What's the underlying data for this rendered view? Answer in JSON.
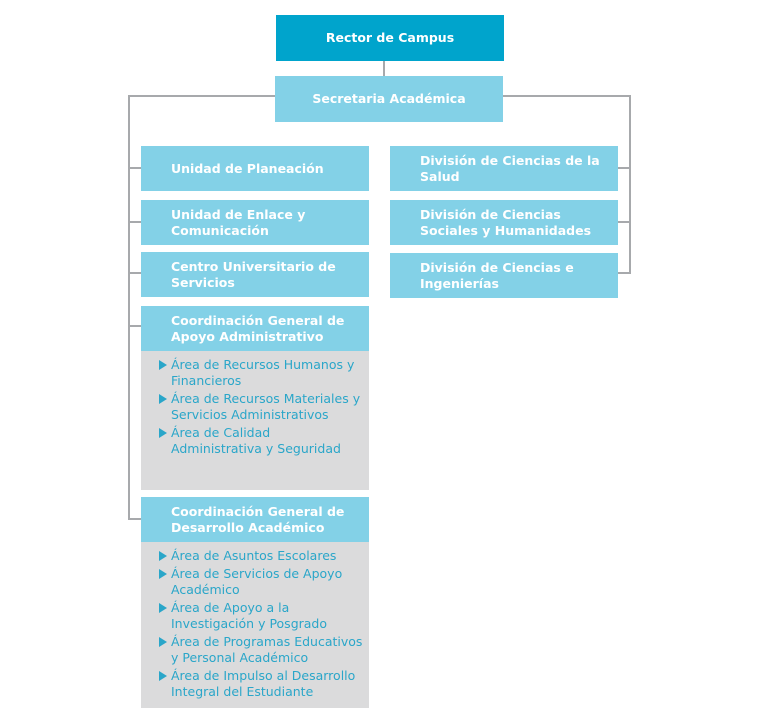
{
  "rector": "Rector de Campus",
  "secretaria": "Secretaria Académica",
  "left_units": [
    "Unidad de Planeación",
    "Unidad de Enlace y Comunicación",
    "Centro Universitario de Servicios"
  ],
  "coord_admin": {
    "title": "Coordinación General de Apoyo Administrativo",
    "items": [
      "Área de Recursos Humanos y Financieros",
      "Área de Recursos Materiales y Servicios Administrativos",
      "Área de Calidad Administrativa y Seguridad"
    ]
  },
  "coord_acad": {
    "title": "Coordinación General de Desarrollo Académico",
    "items": [
      "Área de Asuntos Escolares",
      "Área de Servicios de Apoyo Académico",
      "Área de Apoyo a la Investigación y Posgrado",
      "Área de Programas Educativos y Personal Académico",
      "Área de Impulso al Desarrollo Integral del Estudiante"
    ]
  },
  "divisions": [
    "División de Ciencias de la Salud",
    "División de Ciencias Sociales y Humanidades",
    "División de Ciencias e Ingenierías"
  ],
  "colors": {
    "rector_box": "#00a4cc",
    "light_box": "#83d1e7",
    "sublist_bg": "#dbdbdc",
    "sublist_text": "#2aa6c9",
    "connector": "#a7a9ac"
  }
}
